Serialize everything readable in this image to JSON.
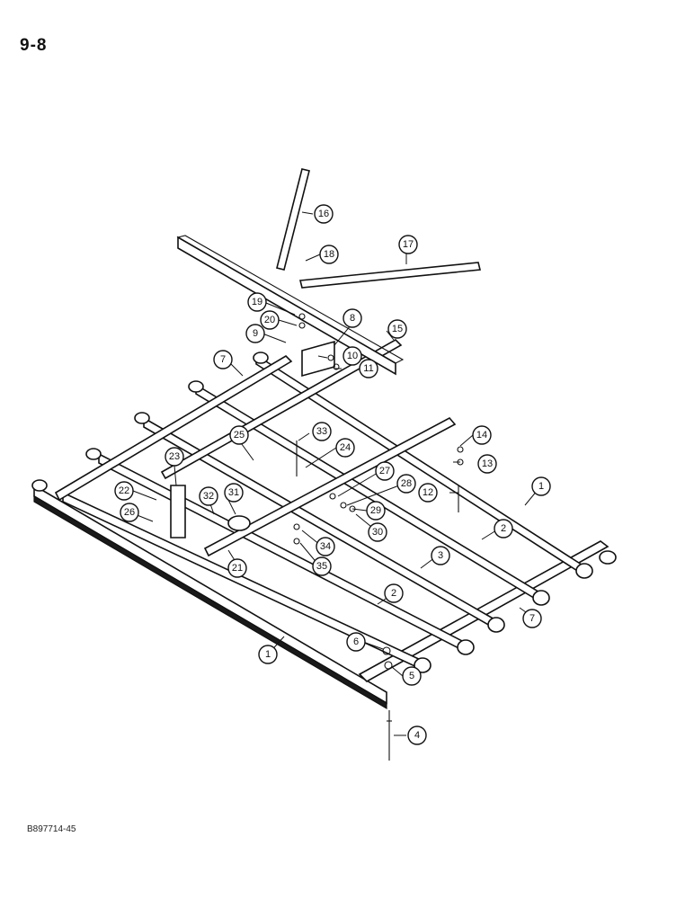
{
  "page": {
    "number": "9-8",
    "reference": "B897714-45"
  },
  "callouts": [
    "1",
    "2",
    "3",
    "4",
    "5",
    "6",
    "7",
    "8",
    "9",
    "10",
    "11",
    "12",
    "13",
    "14",
    "15",
    "16",
    "17",
    "18",
    "19",
    "20",
    "21",
    "22",
    "23",
    "24",
    "25",
    "26",
    "27",
    "28",
    "29",
    "30",
    "31",
    "32",
    "33",
    "34",
    "35"
  ]
}
